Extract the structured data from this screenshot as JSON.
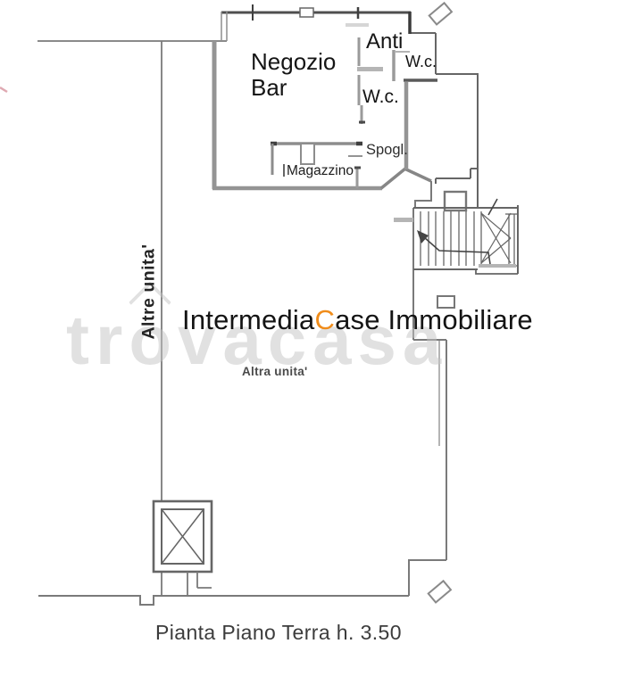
{
  "plan": {
    "caption": "Pianta Piano Terra h. 3.50",
    "rooms": {
      "negozio_line1": "Negozio",
      "negozio_line2": "Bar",
      "anti": "Anti",
      "wc_small": "W.c.",
      "wc_large": "W.c.",
      "spogliatoio": "Spogl.",
      "magazzino": "Magazzino"
    },
    "adjacent_units": {
      "altre_unita_vertical": "Altre unita'",
      "altra_unita": "Altra unita'"
    },
    "symbols": {
      "staircase": "staircase-with-direction-arrow",
      "elevator": "elevator-shaft-x",
      "markers": "diagonal-parallelogram-marker"
    }
  },
  "watermarks": {
    "agency": {
      "prefix": "Intermedia",
      "accent_letter": "C",
      "suffix": "ase Immobiliare",
      "accent_color": "#f08c1a",
      "text_color": "#141414"
    },
    "portal": {
      "text_prefix": "tr",
      "text_o": "o",
      "text_suffix": "vacasa",
      "color": "#c4c4c4"
    }
  },
  "colors": {
    "background": "#ffffff",
    "wall_gray": "#8d8d8d",
    "wall_medium": "#6b6b6b",
    "wall_dark": "#3f3f3f",
    "sill_gray": "#b5b5b5"
  }
}
